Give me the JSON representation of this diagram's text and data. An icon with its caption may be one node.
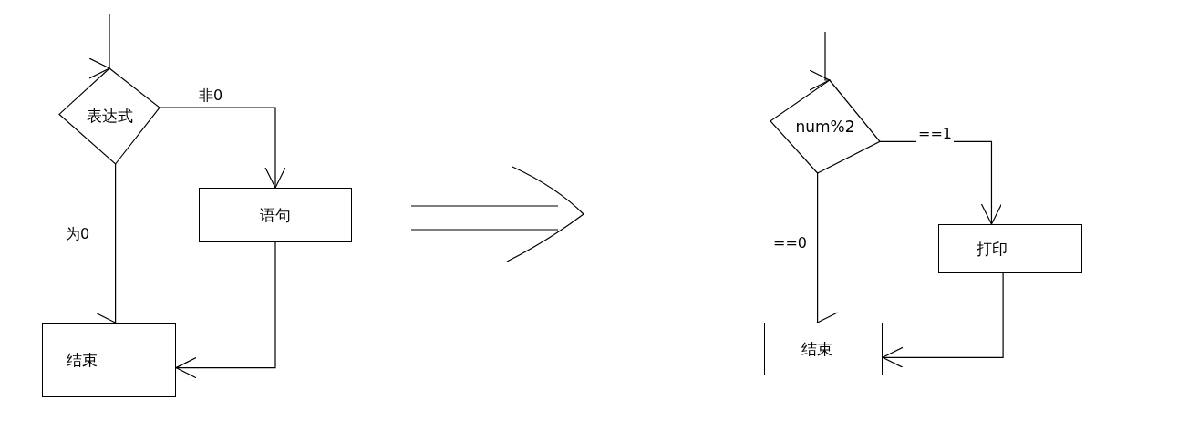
{
  "diagram": {
    "nodes": [
      {
        "text": [
          "表达式"
        ]
      },
      {
        "text": [
          "语句"
        ]
      },
      {
        "text": [
          "结束"
        ]
      },
      {
        "text": [
          "num%2"
        ]
      },
      {
        "text": [
          "打印"
        ]
      },
      {
        "text": [
          "结束"
        ]
      }
    ],
    "edges": [
      {
        "from": null,
        "to": 0,
        "arrow": "to"
      },
      {
        "from": 0,
        "to": 1,
        "arrow": "to",
        "label": "非0"
      },
      {
        "from": 0,
        "to": 2,
        "arrow": "to",
        "label": "为0"
      },
      {
        "from": 1,
        "to": 2,
        "arrow": "to"
      },
      {
        "from": null,
        "to": 3,
        "arrow": "to"
      },
      {
        "from": 3,
        "to": 4,
        "arrow": "to",
        "label": "==1"
      },
      {
        "from": 3,
        "to": 5,
        "arrow": "to",
        "label": "==0"
      },
      {
        "from": 4,
        "to": 5,
        "arrow": "to"
      }
    ]
  }
}
